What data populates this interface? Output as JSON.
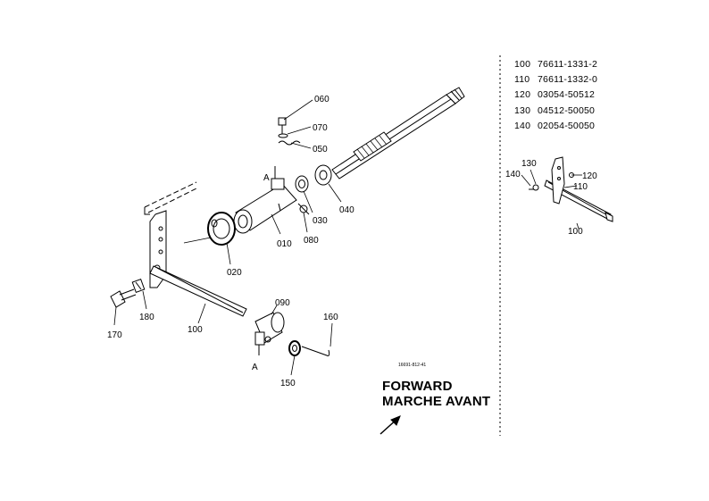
{
  "direction": {
    "line1": "FORWARD",
    "line2": "MARCHE AVANT"
  },
  "drawing_code": "16691-812-41",
  "callouts": {
    "c010": "010",
    "c020": "020",
    "c030": "030",
    "c040": "040",
    "c050": "050",
    "c060": "060",
    "c070": "070",
    "c080": "080",
    "c090": "090",
    "c100a": "100",
    "c100b": "100",
    "c110": "110",
    "c120": "120",
    "c130": "130",
    "c140": "140",
    "c150": "150",
    "c160": "160",
    "c170": "170",
    "c180": "180",
    "markA1": "A",
    "markA2": "A"
  },
  "parts_list": [
    {
      "ref": "100",
      "number": "76611-1331-2"
    },
    {
      "ref": "110",
      "number": "76611-1332-0"
    },
    {
      "ref": "120",
      "number": "03054-50512"
    },
    {
      "ref": "130",
      "number": "04512-50050"
    },
    {
      "ref": "140",
      "number": "02054-50050"
    }
  ]
}
